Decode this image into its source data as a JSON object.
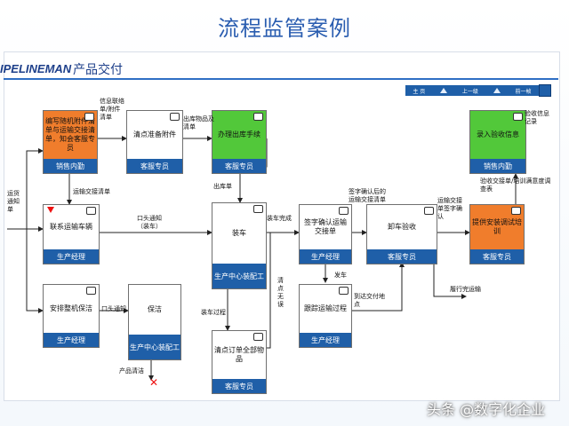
{
  "slide": {
    "title": "流程监管案例",
    "brand": "IPELINEMAN",
    "section": "产品交付",
    "watermark": "头条 @数字化企业"
  },
  "nav": {
    "home": "主 页",
    "up": "上一级",
    "prev": "前一帧"
  },
  "colors": {
    "accent": "#1f5fa8",
    "orange": "#f07d2c",
    "green": "#52c83a"
  },
  "nodes": {
    "n1": {
      "text": "编写随机附件清单与运输交接清单，知会客服专员",
      "role": "销售内勤"
    },
    "n2": {
      "text": "清点准备附件",
      "role": "客服专员"
    },
    "n3": {
      "text": "办理出库手续",
      "role": "客服专员"
    },
    "n4": {
      "text": "联系运输车辆",
      "role": "生产经理"
    },
    "n5": {
      "text": "装车",
      "role": "生产中心装配工"
    },
    "n6": {
      "text": "签字确认运输交接单",
      "role": "生产经理"
    },
    "n7": {
      "text": "卸车验收",
      "role": "客服专员"
    },
    "n8": {
      "text": "录入验收信息",
      "role": "销售内勤"
    },
    "n9": {
      "text": "提供安装调试培训",
      "role": "客服专员"
    },
    "n10": {
      "text": "安排整机保洁",
      "role": "生产经理"
    },
    "n11": {
      "text": "保洁",
      "role": "生产中心装配工"
    },
    "n12": {
      "text": "跟踪运输过程",
      "role": "生产经理"
    },
    "n13": {
      "text": "清点订单全部物品",
      "role": "客服专员"
    }
  },
  "labels": {
    "l_info": "信息联络单/附件清单",
    "l_out": "出库物品及清单",
    "l_accept": "验收信息记录",
    "l_left": "运货通知单",
    "l_transport": "运输交接清单",
    "l_outbill": "出库单",
    "l_oral": "口头通知（装车）",
    "l_done": "装车完成",
    "l_sign": "签字确认后的运输交接清单",
    "l_deliver": "运输交接单签字确认",
    "l_train": "验收交接单/培训满意度调查表",
    "l_ship": "发车",
    "l_arrive": "到达交付地点",
    "l_fulfil": "履行完运输",
    "l_oral2": "口头通知",
    "l_check": "清点无误",
    "l_load": "装车过程",
    "l_clean": "产品清洁"
  }
}
